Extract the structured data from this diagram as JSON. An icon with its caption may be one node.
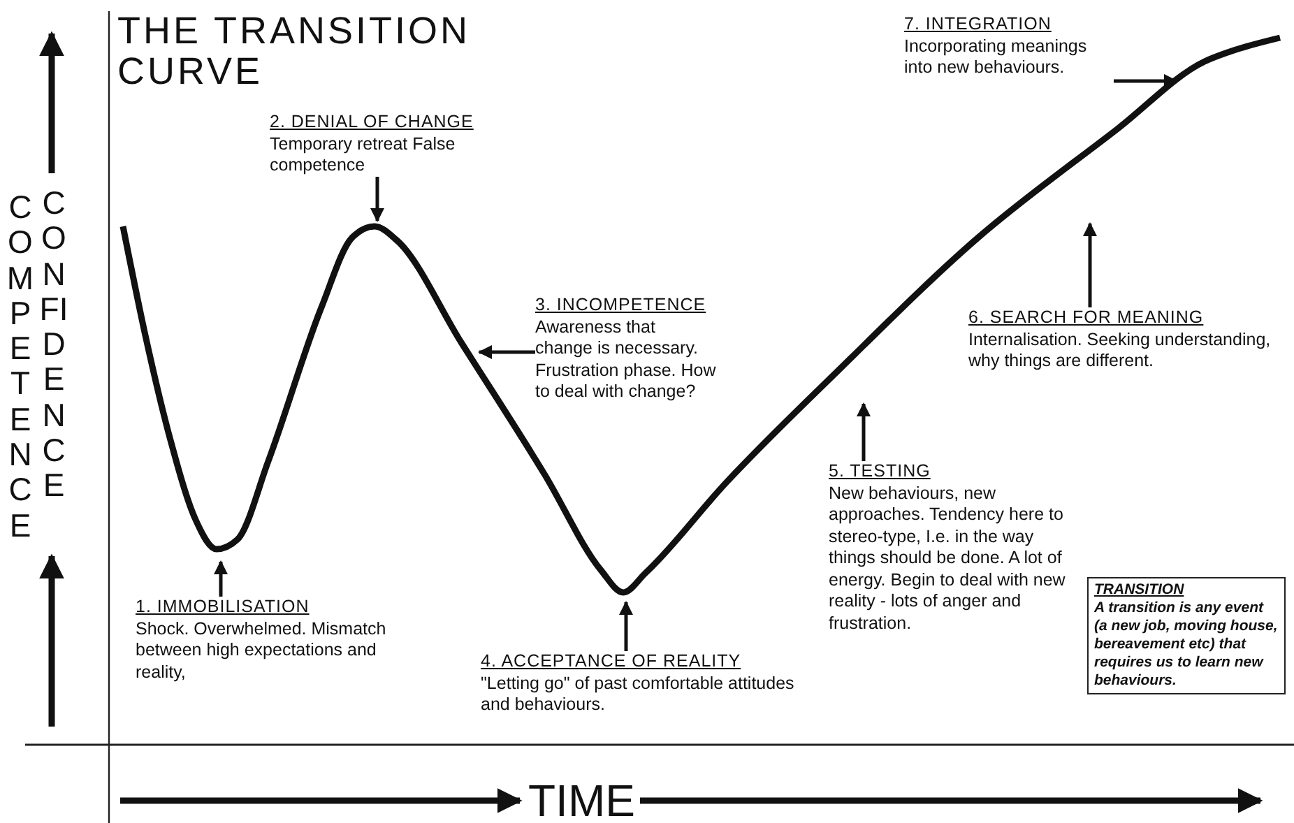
{
  "diagram": {
    "title": "THE TRANSITION CURVE",
    "nodes": [
      {
        "text": [
          "1. IMMOBILISATION",
          "Shock. Overwhelmed. Mismatch between high expectations and reality,"
        ]
      },
      {
        "text": [
          "2. DENIAL OF CHANGE",
          "Temporary retreat False competence"
        ]
      },
      {
        "text": [
          "3. INCOMPETENCE",
          "Awareness that change is necessary. Frustration phase. How to deal with change?"
        ]
      },
      {
        "text": [
          "4. ACCEPTANCE OF REALITY",
          "\"Letting go\" of past comfortable attitudes and behaviours."
        ]
      },
      {
        "text": [
          "5. TESTING",
          "New behaviours, new approaches. Tendency here to stereo-type, I.e. in the way things should be done. A lot of energy. Begin to deal with new reality - lots of anger and frustration."
        ]
      },
      {
        "text": [
          "6. SEARCH FOR MEANING",
          "Internalisation. Seeking understanding, why things are different."
        ]
      },
      {
        "text": [
          "7. INTEGRATION",
          "Incorporating meanings into new behaviours."
        ]
      },
      {
        "text": [
          "TRANSITION",
          "A transition is any event (a new job, moving house, bereavement etc) that requires us to learn new behaviours."
        ]
      }
    ],
    "edges": [
      {
        "from": 0,
        "to": null,
        "arrow": "to"
      },
      {
        "from": 1,
        "to": null,
        "arrow": "to"
      },
      {
        "from": 2,
        "to": null,
        "arrow": "to"
      },
      {
        "from": 3,
        "to": null,
        "arrow": "to"
      },
      {
        "from": 4,
        "to": null,
        "arrow": "to"
      },
      {
        "from": 5,
        "to": null,
        "arrow": "to"
      },
      {
        "from": 6,
        "to": null,
        "arrow": "to"
      }
    ],
    "labels": [
      "COMPETENCE",
      "CONFIDENCE",
      "TIME"
    ]
  }
}
